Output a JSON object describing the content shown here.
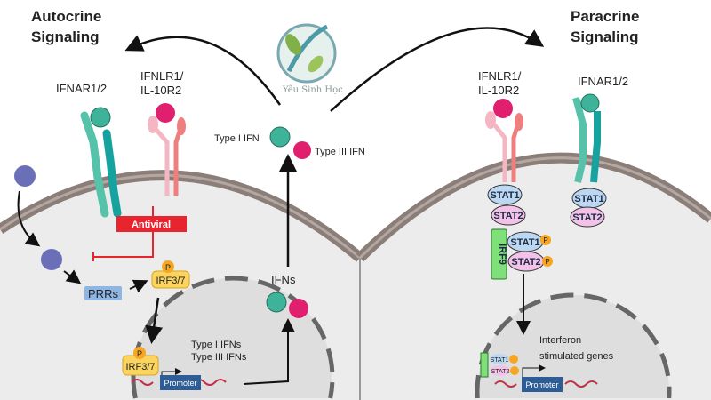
{
  "titles": {
    "autocrine": [
      "Autocrine",
      "Signaling"
    ],
    "paracrine": [
      "Paracrine",
      "Signaling"
    ]
  },
  "logo": {
    "text": "Yêu Sinh Học"
  },
  "left": {
    "receptor_ifnar": "IFNAR1/2",
    "receptor_ifnlr": [
      "IFNLR1/",
      "IL-10R2"
    ],
    "antiviral": "Antiviral",
    "prrs": "PRRs",
    "irf37": "IRF3/7",
    "phospho": "P",
    "genes": [
      "Type I IFNs",
      "Type III IFNs"
    ],
    "promoter": "Promoter",
    "ifns": "IFNs"
  },
  "ligands": {
    "type1": "Type I IFN",
    "type3": "Type III IFN"
  },
  "right": {
    "receptor_ifnlr": [
      "IFNLR1/",
      "IL-10R2"
    ],
    "receptor_ifnar": "IFNAR1/2",
    "stat1": "STAT1",
    "stat2": "STAT2",
    "irf9": "IRF9",
    "phospho": "P",
    "genes": [
      "Interferon",
      "stimulated genes"
    ],
    "promoter": "Promoter"
  },
  "colors": {
    "type1": "#3fb39a",
    "type3": "#e0206e",
    "antiviral": "#e8242f",
    "membrane": "#8b7d78",
    "cytoplasm": "#ededed"
  }
}
